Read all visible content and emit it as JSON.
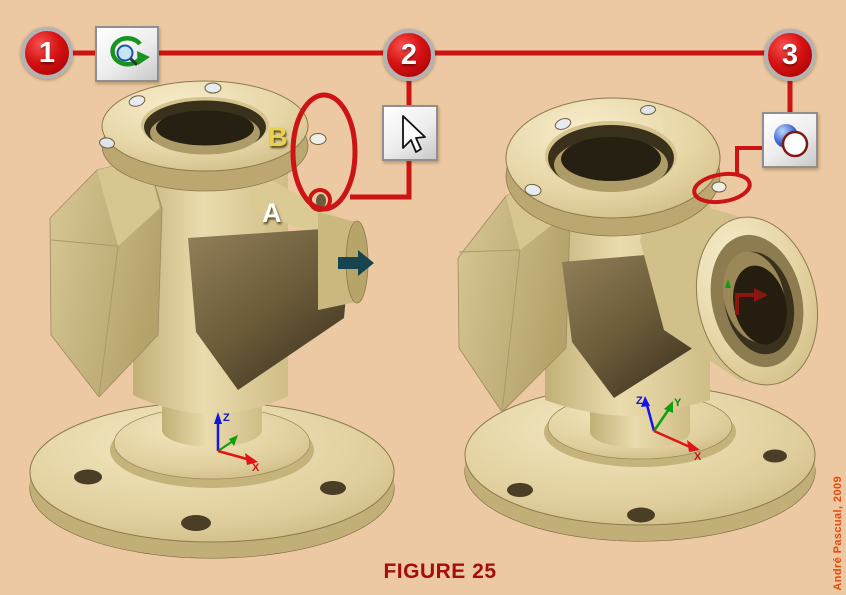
{
  "background_color": "#ECC9A2",
  "caption": {
    "text": "FIGURE 25",
    "color": "#A50D0D"
  },
  "credit": {
    "text": "André Pascual, 2009",
    "color": "#E8490F"
  },
  "steps": [
    {
      "number": "1",
      "icon": "rotate-view-icon"
    },
    {
      "number": "2",
      "icon": "select-cursor-icon"
    },
    {
      "number": "3",
      "icon": "circle-tool-icon"
    }
  ],
  "hole_labels": {
    "b": "B",
    "a": "A"
  },
  "axes": {
    "x": "X",
    "y": "Y",
    "z": "Z"
  },
  "colors": {
    "annotation_red": "#CC1414",
    "model_cream": "#E7D6A8",
    "model_shadow": "#4A3E26",
    "axis_x": "#E01414",
    "axis_y": "#0CA00C",
    "axis_z": "#1414E6",
    "label_a": "#FFFFFF",
    "label_b": "#E8D44C"
  }
}
